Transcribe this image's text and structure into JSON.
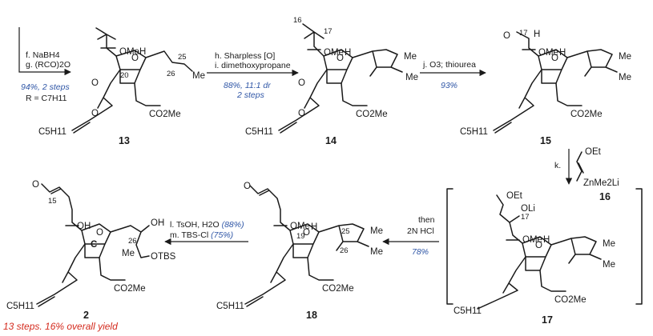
{
  "colors": {
    "ink": "#1a1a1a",
    "yield_blue": "#2f56a6",
    "summary_red": "#d42b1e"
  },
  "compounds": {
    "c13": {
      "number": "13",
      "labels": {
        "ome": "OMe",
        "h": "H",
        "n20": "20",
        "n25": "25",
        "n26": "26",
        "me": "Me",
        "o_ring": "O",
        "o_ester": "O",
        "o_carb": "O",
        "ester": "CO2Me",
        "c5h11": "C5H11"
      }
    },
    "c14": {
      "number": "14",
      "labels": {
        "n16": "16",
        "n17": "17",
        "ome": "OMe",
        "h": "H",
        "me1": "Me",
        "me2": "Me",
        "o_ring": "O",
        "o_ester": "O",
        "o_carb": "O",
        "ester": "CO2Me",
        "c5h11": "C5H11"
      }
    },
    "c15": {
      "number": "15",
      "labels": {
        "o17": "O",
        "n17": "17",
        "h": "H",
        "ome": "OMe",
        "h2": "H",
        "me1": "Me",
        "me2": "Me",
        "o_ring": "O",
        "ester": "CO2Me",
        "c5h11": "C5H11"
      }
    },
    "c16": {
      "number": "16",
      "labels": {
        "oet": "OEt",
        "zn": "ZnMe2Li"
      }
    },
    "c17": {
      "number": "17",
      "labels": {
        "oet": "OEt",
        "n17": "17",
        "oli": "OLi",
        "ome": "OMe",
        "h": "H",
        "me1": "Me",
        "me2": "Me",
        "o_ring": "O",
        "ester": "CO2Me",
        "c5h11": "C5H11"
      }
    },
    "c18": {
      "number": "18",
      "labels": {
        "o": "O",
        "ome": "OMe",
        "n19": "19",
        "h": "H",
        "n25": "25",
        "n26": "26",
        "me1": "Me",
        "me2": "Me",
        "o_ring": "O",
        "ester": "CO2Me",
        "c5h11": "C5H11"
      }
    },
    "c2": {
      "number": "2",
      "labels": {
        "o": "O",
        "n15": "15",
        "oh1": "OH",
        "oh2": "OH",
        "ring_c": "C",
        "n26": "26",
        "me": "Me",
        "otbs": "OTBS",
        "o_ring": "O",
        "ester": "CO2Me",
        "c5h11": "C5H11"
      }
    }
  },
  "steps": {
    "fg": {
      "f": "f. NaBH4",
      "g": "g. (RCO)2O",
      "yield": "94%, 2 steps",
      "r": "R = C7H11"
    },
    "hi": {
      "h": "h. Sharpless [O]",
      "i": "i. dimethoxypropane",
      "yield1": "88%, 11:1 dr",
      "yield2": "2 steps"
    },
    "j": {
      "reagent": "j. O3; thiourea",
      "yield": "93%"
    },
    "k": {
      "reagent": "k."
    },
    "hcl": {
      "line1": "then",
      "line2": "2N HCl",
      "yield": "78%"
    },
    "lm": {
      "l_pre": "l. TsOH, H2O ",
      "l_yield": "(88%)",
      "m_pre": "m. TBS-Cl ",
      "m_yield": "(75%)"
    }
  },
  "summary": "13 steps. 16% overall yield"
}
